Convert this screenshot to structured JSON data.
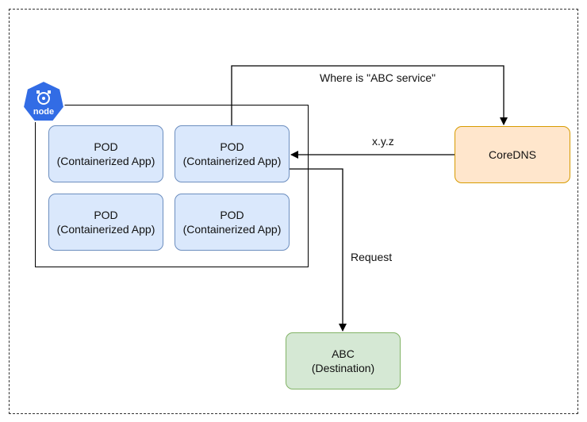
{
  "node": {
    "badge_label": "node",
    "color": "#326ce5"
  },
  "pods": [
    {
      "title": "POD",
      "subtitle": "(Containerized App)"
    },
    {
      "title": "POD",
      "subtitle": "(Containerized App)"
    },
    {
      "title": "POD",
      "subtitle": "(Containerized App)"
    },
    {
      "title": "POD",
      "subtitle": "(Containerized App)"
    }
  ],
  "coredns": {
    "label": "CoreDNS"
  },
  "destination": {
    "title": "ABC",
    "subtitle": "(Destination)"
  },
  "edges": {
    "query": "Where is \"ABC service\"",
    "reply": "x.y.z",
    "request": "Request"
  },
  "colors": {
    "pod_fill": "#dae8fc",
    "pod_stroke": "#6c8ebf",
    "coredns_fill": "#ffe6cc",
    "coredns_stroke": "#d79b00",
    "dest_fill": "#d5e8d4",
    "dest_stroke": "#82b366"
  }
}
